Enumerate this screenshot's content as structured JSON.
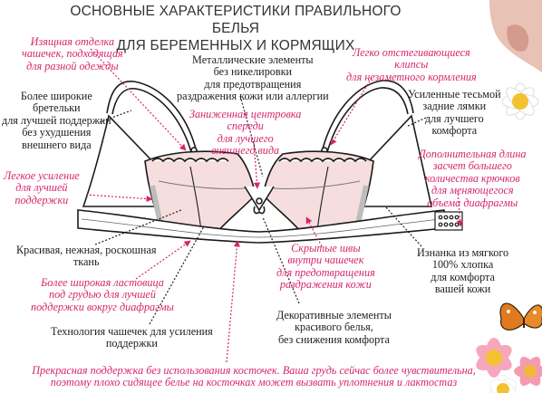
{
  "title": {
    "line1": "ОСНОВНЫЕ ХАРАКТЕРИСТИКИ ПРАВИЛЬНОГО БЕЛЬЯ",
    "line2": "ДЛЯ БЕРЕМЕННЫХ И КОРМЯЩИХ"
  },
  "colors": {
    "accent_pink": "#d6256b",
    "text_dark": "#1e1e1e",
    "cup_fill": "#f6dede",
    "butterfly": "#e07a1f"
  },
  "labels": {
    "cup_trim": [
      "Изящная отделка",
      "чашечек, подходящая",
      "для разной одежды"
    ],
    "metal_free": [
      "Металлические элементы",
      "без никелировки",
      "для предотвращения",
      "раздражения кожи или аллергии"
    ],
    "clips": [
      "Легко отстегивающиеся",
      "клипсы",
      "для незаметного кормления"
    ],
    "wide_straps": [
      "Более широкие",
      "бретельки",
      "для лучшей поддержки",
      "без ухудшения",
      "внешнего вида"
    ],
    "lowered_centre": [
      "Заниженная центровка",
      "спереди",
      "для лучшего",
      "внешнего вида"
    ],
    "back_straps": [
      "Усиленные тесьмой",
      "задние лямки",
      "для лучшего",
      "комфорта"
    ],
    "light_reinforcement": [
      "Легкое усиление",
      "для лучшей",
      "поддержки"
    ],
    "extra_length": [
      "Дополнительная длина",
      "засчет большего",
      "количества крючков",
      "для меняющегося",
      "объема диафрагмы"
    ],
    "soft_fabric": [
      "Красивая, нежная, роскошная",
      "ткань"
    ],
    "hidden_seams": [
      "Скрытые швы",
      "внутри чашечек",
      "для предотвращения",
      "раздражения кожи"
    ],
    "cotton_lining": [
      "Изнанка из мягкого",
      "100% хлопка",
      "для комфорта",
      "вашей кожи"
    ],
    "wide_band": [
      "Более широкая ластовица",
      "под грудью для лучшей",
      "поддержки вокруг диафрагмы"
    ],
    "decor": [
      "Декоративные элементы",
      "красивого белья,",
      "без снижения комфорта"
    ],
    "cup_tech": [
      "Технология чашечек для усиления",
      "поддержки"
    ],
    "no_wire": [
      "Прекрасная поддержка без использования косточек. Ваша грудь сейчас более чувствительна,",
      "поэтому плохо сидящее белье на косточках может вызвать уплотнения и лактостаз"
    ]
  },
  "icons": [
    "bra-illustration",
    "flower-icon",
    "butterfly-icon",
    "arrow-icon"
  ]
}
